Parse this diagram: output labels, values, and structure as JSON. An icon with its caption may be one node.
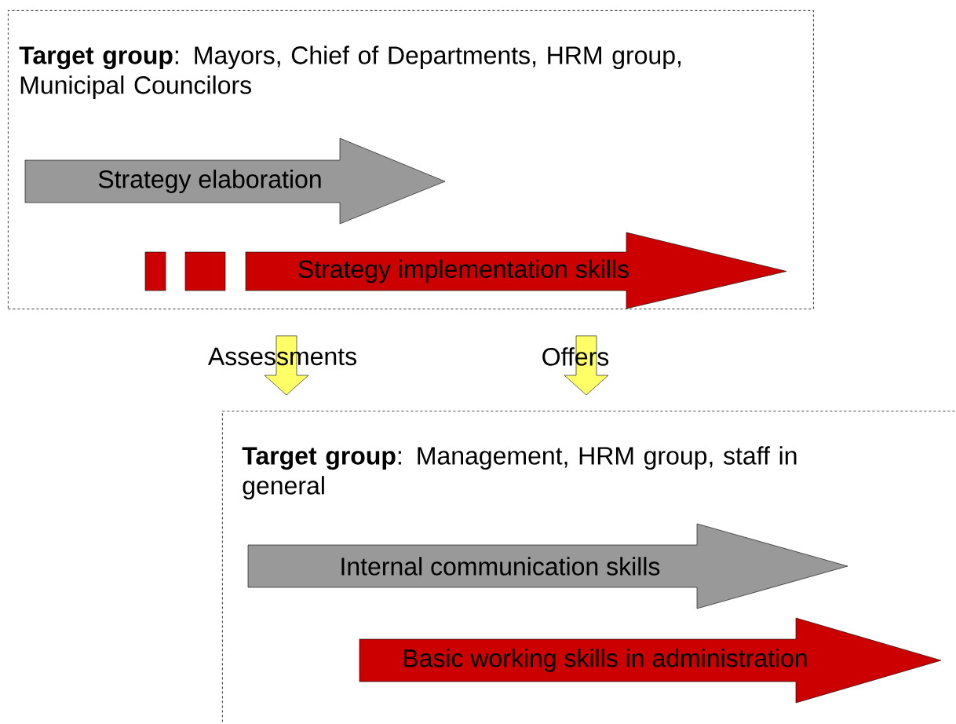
{
  "diagram": {
    "nodes": [
      {
        "text": [
          "**Target group**: Mayors, Chief of Departments, HRM group, Municipal Councilors"
        ]
      },
      {
        "text": [
          "Strategy elaboration"
        ],
        "in": 0
      },
      {
        "text": [],
        "shape": "box",
        "in": 0
      },
      {
        "text": [],
        "shape": "box",
        "in": 0
      },
      {
        "text": [
          "Strategy implementation skills"
        ],
        "in": 0
      },
      {
        "text": [
          "**Target group**: Management, HRM group, staff in general"
        ]
      },
      {
        "text": [
          "Internal communication skills"
        ],
        "in": 5
      },
      {
        "text": [
          "Basic working skills in administration"
        ],
        "in": 5
      }
    ],
    "edges": [
      {
        "from": 0,
        "to": 5,
        "arrow": "to",
        "label": "Assessments"
      },
      {
        "from": 0,
        "to": 5,
        "arrow": "to",
        "label": "Offers"
      }
    ]
  }
}
